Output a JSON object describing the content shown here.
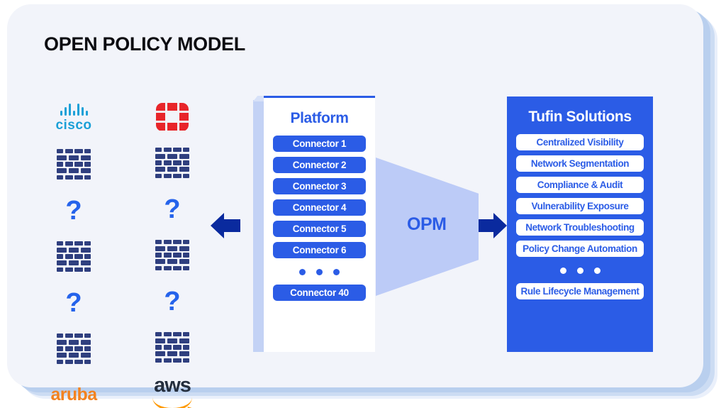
{
  "page": {
    "title": "OPEN POLICY MODEL"
  },
  "colors": {
    "brand_blue": "#2B5CE6",
    "navy_arrow": "#0A2A9E",
    "funnel_blue": "#BCCBF7",
    "card_bg": "#F2F4FA",
    "firewall_navy": "#2F3F7F",
    "question_blue": "#2563EB",
    "cisco_blue": "#1BA0D7",
    "fortinet_red": "#E8252A",
    "aruba_orange": "#F3821F",
    "aws_navy": "#252F3E",
    "aws_orange": "#FF9900"
  },
  "vendors": {
    "left_column": [
      {
        "type": "logo",
        "name": "cisco-logo",
        "label": "cisco"
      },
      {
        "type": "firewall",
        "name": "firewall-icon",
        "label": ""
      },
      {
        "type": "question",
        "name": "question-mark-icon",
        "label": "?"
      },
      {
        "type": "firewall",
        "name": "firewall-icon",
        "label": ""
      },
      {
        "type": "question",
        "name": "question-mark-icon",
        "label": "?"
      },
      {
        "type": "firewall",
        "name": "firewall-icon",
        "label": ""
      },
      {
        "type": "logo",
        "name": "aruba-logo",
        "label": "aruba"
      }
    ],
    "right_column": [
      {
        "type": "logo",
        "name": "fortinet-logo",
        "label": ""
      },
      {
        "type": "firewall",
        "name": "firewall-icon",
        "label": ""
      },
      {
        "type": "question",
        "name": "question-mark-icon",
        "label": "?"
      },
      {
        "type": "firewall",
        "name": "firewall-icon",
        "label": ""
      },
      {
        "type": "question",
        "name": "question-mark-icon",
        "label": "?"
      },
      {
        "type": "firewall",
        "name": "firewall-icon",
        "label": ""
      },
      {
        "type": "logo",
        "name": "aws-logo",
        "label": "aws"
      }
    ]
  },
  "platform": {
    "title": "Platform",
    "connectors": [
      "Connector 1",
      "Connector 2",
      "Connector 3",
      "Connector 4",
      "Connector 5",
      "Connector 6"
    ],
    "ellipsis": "• • •",
    "last_connector": "Connector 40"
  },
  "opm": {
    "label": "OPM"
  },
  "tufin": {
    "title": "Tufin Solutions",
    "solutions": [
      "Centralized Visibility",
      "Network Segmentation",
      "Compliance & Audit",
      "Vulnerability Exposure",
      "Network Troubleshooting",
      "Policy Change Automation"
    ],
    "ellipsis": "• • •",
    "last_solution": "Rule Lifecycle Management"
  },
  "arrows": {
    "left_arrow_name": "arrow-left-to-vendors",
    "right_arrow_1_name": "arrow-right-to-opm",
    "right_arrow_2_name": "arrow-right-to-solutions"
  }
}
